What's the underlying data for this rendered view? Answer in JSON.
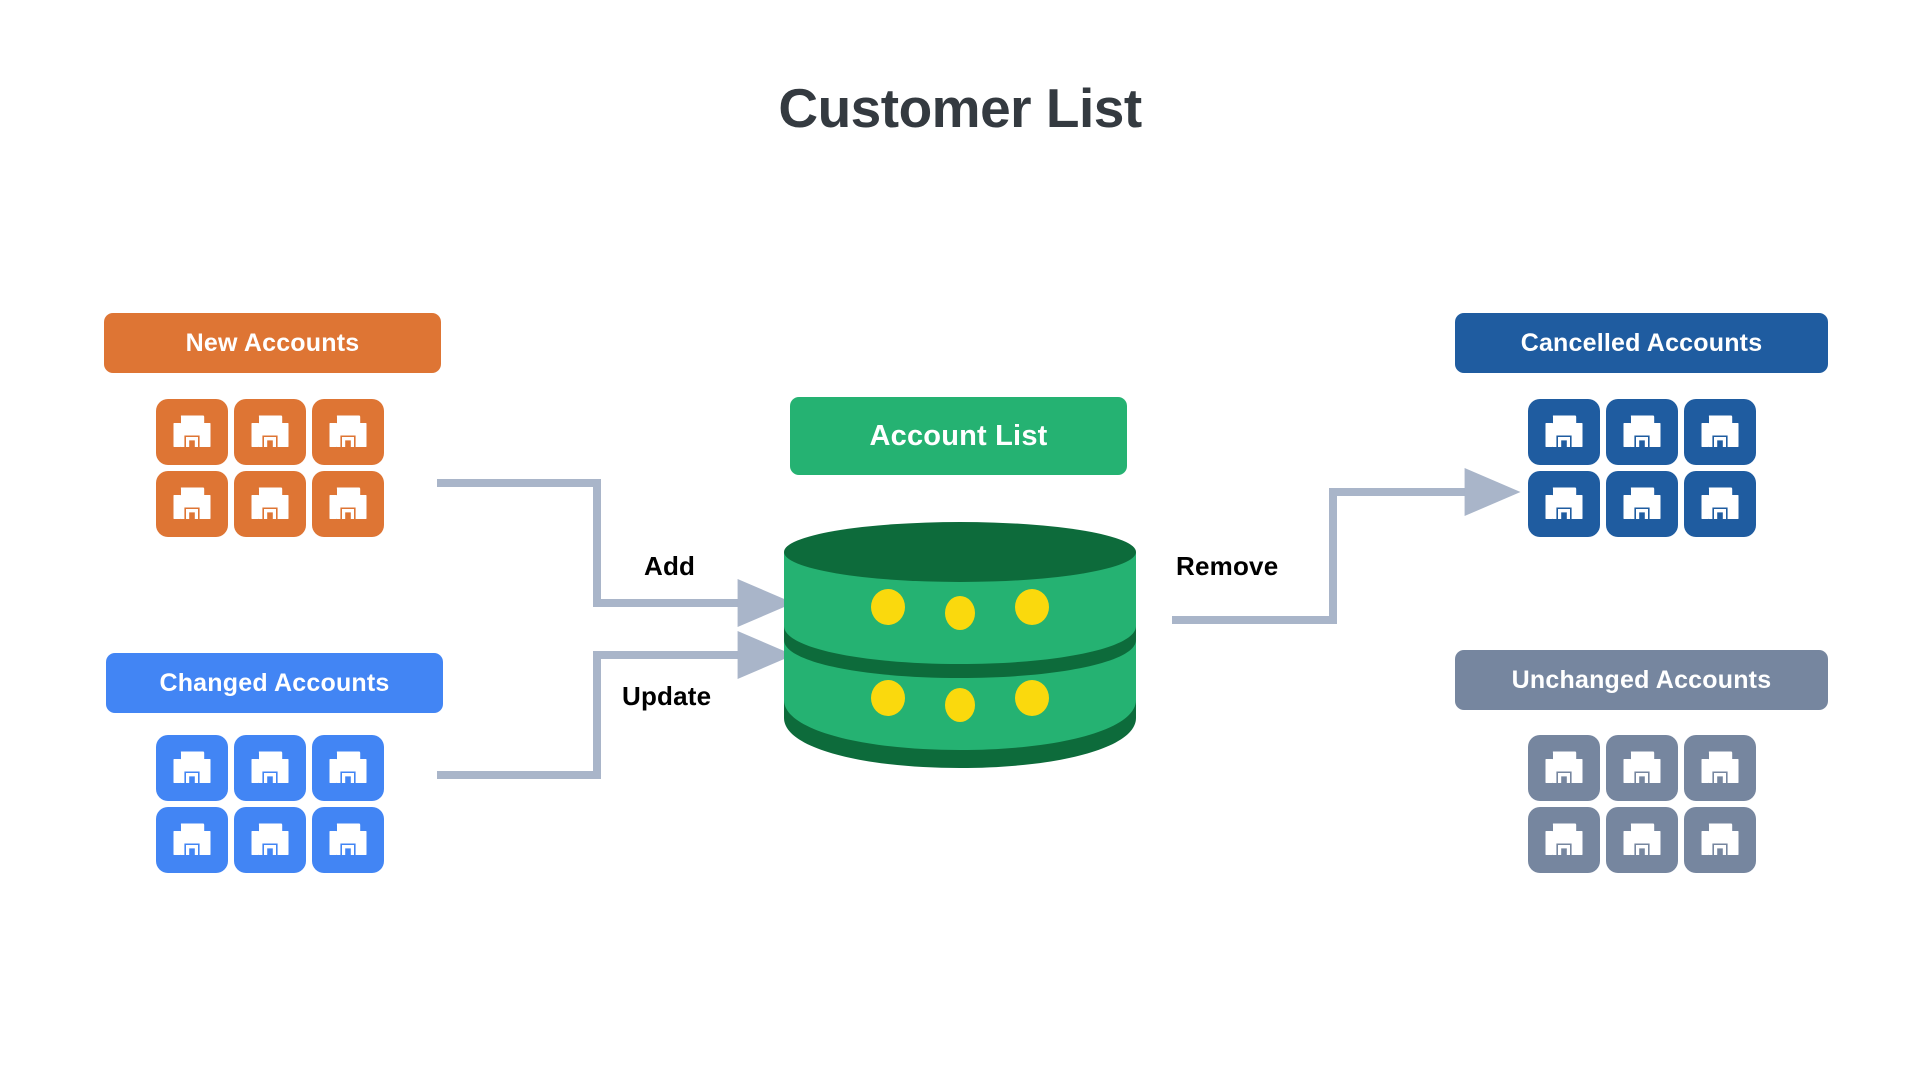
{
  "page": {
    "title": "Customer List",
    "background": "#FFFFFF",
    "title_color": "#343A40"
  },
  "colors": {
    "orange": "#DE7534",
    "blue_bright": "#4285F4",
    "blue_dark": "#1F5CA0",
    "slate": "#76869F",
    "green": "#25B272",
    "green_dark": "#0D6B3B",
    "yellow": "#FAD90D",
    "connector": "#A9B5C9",
    "label_text": "#FFFFFF",
    "flow_text": "#000000"
  },
  "groups": {
    "new_accounts": {
      "label": "New Accounts",
      "color": "#DE7534",
      "icon": "building-icon",
      "icon_count": 6,
      "rows": 2,
      "cols": 3
    },
    "changed_accounts": {
      "label": "Changed Accounts",
      "color": "#4285F4",
      "icon": "building-icon",
      "icon_count": 6,
      "rows": 2,
      "cols": 3
    },
    "cancelled_accounts": {
      "label": "Cancelled Accounts",
      "color": "#1F5CA0",
      "icon": "building-icon",
      "icon_count": 6,
      "rows": 2,
      "cols": 3
    },
    "unchanged_accounts": {
      "label": "Unchanged Accounts",
      "color": "#76869F",
      "icon": "building-icon",
      "icon_count": 6,
      "rows": 2,
      "cols": 3
    }
  },
  "center": {
    "label": "Account List",
    "color": "#25B272",
    "database": {
      "icon": "database-cylinder-icon",
      "bands": 2,
      "dots_per_band": 3,
      "dot_color": "#FAD90D",
      "body_color": "#25B272",
      "shade_color": "#0D6B3B"
    }
  },
  "flows": [
    {
      "id": "add",
      "label": "Add",
      "from": "new_accounts",
      "to": "account_list"
    },
    {
      "id": "update",
      "label": "Update",
      "from": "changed_accounts",
      "to": "account_list"
    },
    {
      "id": "remove",
      "label": "Remove",
      "from": "account_list",
      "to": "cancelled_accounts"
    }
  ]
}
